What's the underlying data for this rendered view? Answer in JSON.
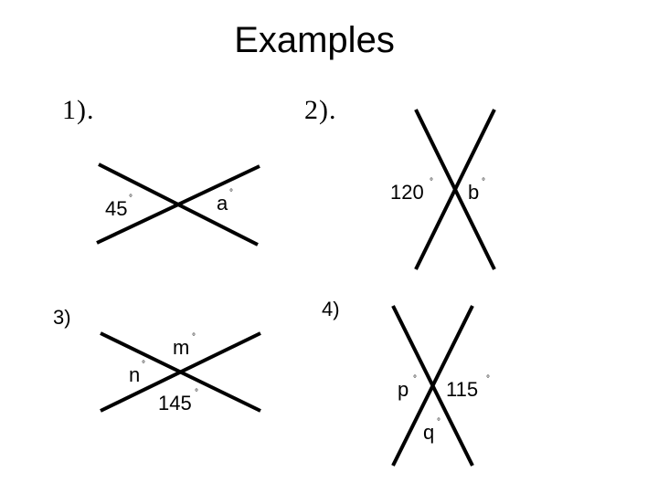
{
  "title": "Examples",
  "examples": [
    {
      "label": "1).",
      "angles": [
        {
          "value": "45",
          "unit": "°"
        },
        {
          "value": "a",
          "unit": "°"
        }
      ]
    },
    {
      "label": "2).",
      "angles": [
        {
          "value": "120",
          "unit": "°"
        },
        {
          "value": "b",
          "unit": "°"
        }
      ]
    },
    {
      "label": "3)",
      "angles": [
        {
          "value": "m",
          "unit": "°"
        },
        {
          "value": "n",
          "unit": "°"
        },
        {
          "value": "145",
          "unit": "°"
        }
      ]
    },
    {
      "label": "4)",
      "angles": [
        {
          "value": "p",
          "unit": "°"
        },
        {
          "value": "115",
          "unit": "°"
        },
        {
          "value": "q",
          "unit": "°"
        }
      ]
    }
  ]
}
